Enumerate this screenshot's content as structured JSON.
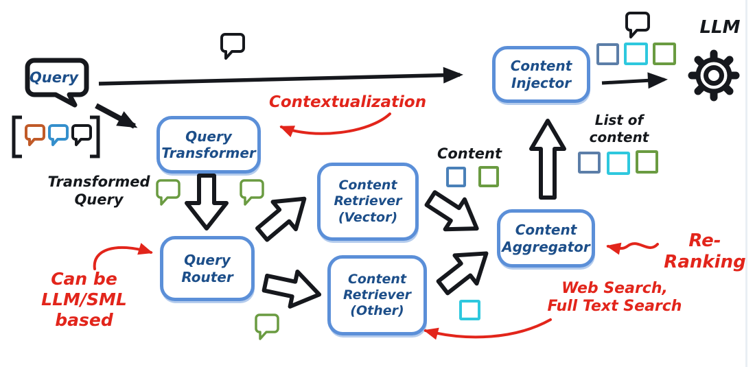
{
  "colors": {
    "boxBorder": "#5b8fd8",
    "boxText": "#1c4e89",
    "red": "#e2251b",
    "green": "#6a9b41",
    "blue": "#4a80b8",
    "steel": "#5c7ea8",
    "cyan": "#2ec8de",
    "orange": "#c05a28",
    "ink": "#16181d"
  },
  "nodes": {
    "query_transformer": {
      "line1": "Query",
      "line2": "Transformer"
    },
    "query_router": {
      "line1": "Query",
      "line2": "Router"
    },
    "content_retriever_vector": {
      "line1": "Content",
      "line2": "Retriever",
      "line3": "(Vector)"
    },
    "content_retriever_other": {
      "line1": "Content",
      "line2": "Retriever",
      "line3": "(Other)"
    },
    "content_aggregator": {
      "line1": "Content",
      "line2": "Aggregator"
    },
    "content_injector": {
      "line1": "Content",
      "line2": "Injector"
    }
  },
  "labels": {
    "query": "Query",
    "transformed_query_line1": "Transformed",
    "transformed_query_line2": "Query",
    "content": "Content",
    "list_of_content_line1": "List of",
    "list_of_content_line2": "content",
    "llm": "LLM"
  },
  "annotations": {
    "contextualization": "Contextualization",
    "can_be_line1": "Can be",
    "can_be_line2": "LLM/SML based",
    "re_ranking": "Re-Ranking",
    "web_search_line1": "Web Search,",
    "web_search_line2": "Full Text Search"
  },
  "icons": {
    "speech_bubble": "outline speech bubble (SVG shape)",
    "gear": "gear / cog (SVG shape)",
    "content_square": "small outlined square (CSS box)"
  }
}
